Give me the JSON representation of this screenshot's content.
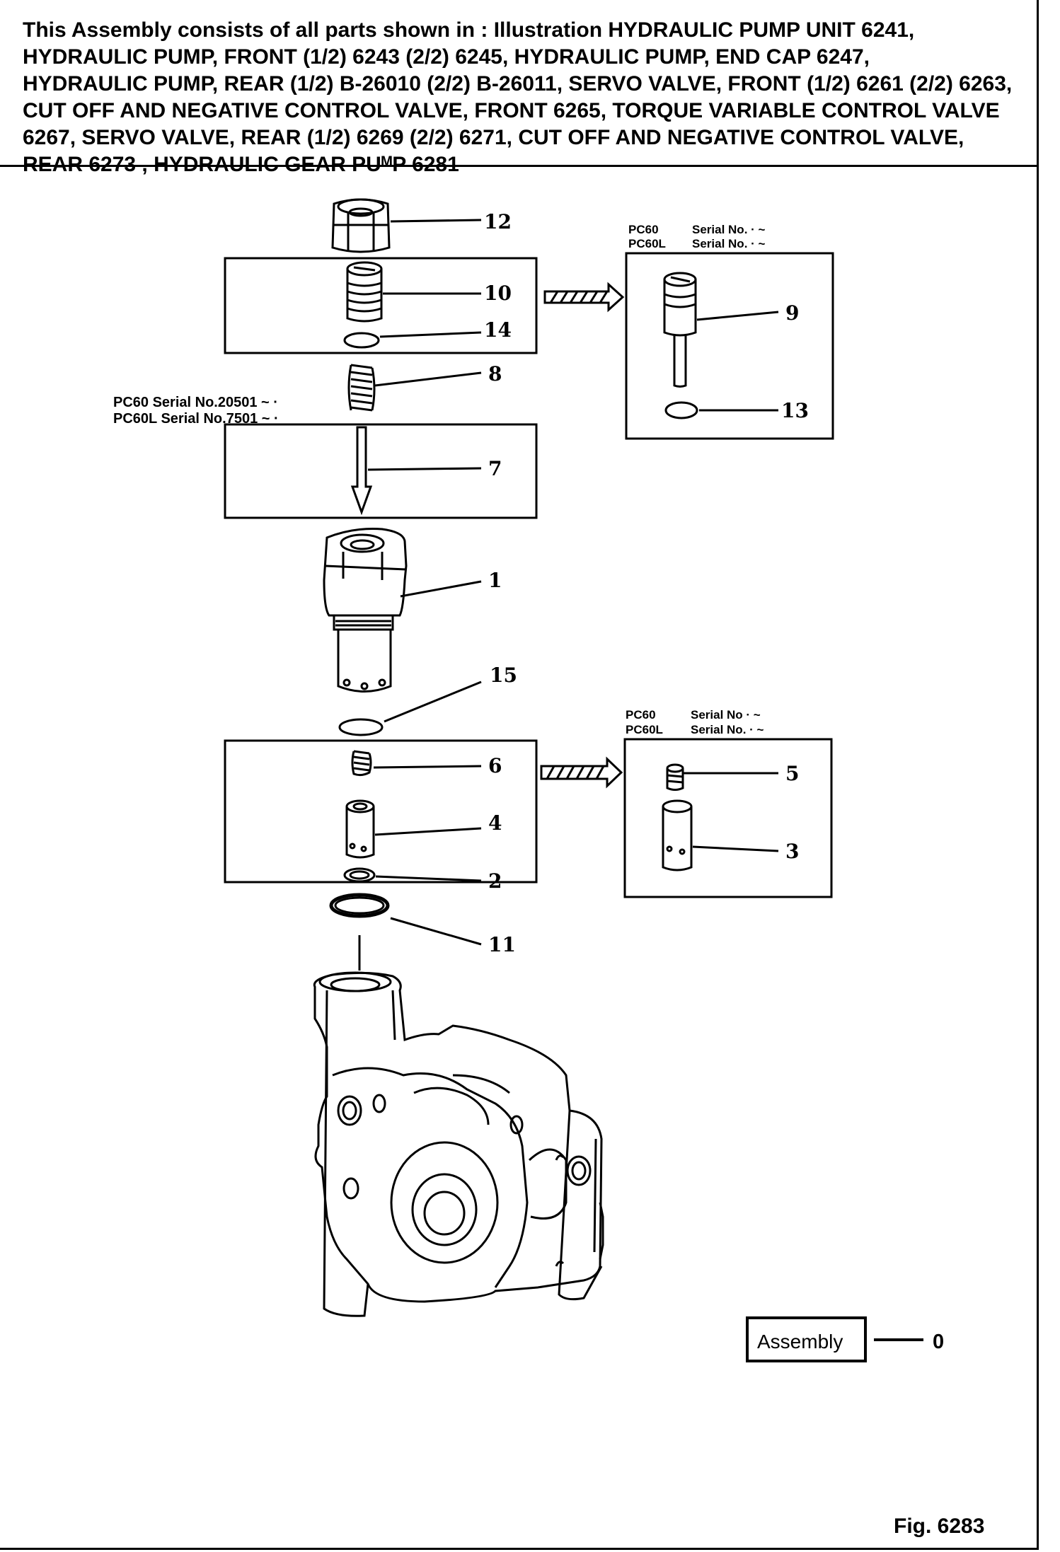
{
  "header": {
    "lines": [
      "This Assembly consists of all parts shown in : Illustration HYDRAULIC PUMP UNIT 6241,",
      "HYDRAULIC PUMP, FRONT (1/2) 6243  (2/2) 6245, HYDRAULIC PUMP, END CAP 6247,",
      "HYDRAULIC PUMP, REAR (1/2) B-26010 (2/2) B-26011, SERVO VALVE, FRONT (1/2) 6261 (2/2) 6263,",
      "CUT OFF AND NEGATIVE CONTROL VALVE, FRONT 6265, TORQUE VARIABLE CONTROL VALVE",
      "6267, SERVO VALVE, REAR (1/2) 6269 (2/2) 6271, CUT OFF AND  NEGATIVE CONTROL VALVE,",
      "REAR 6273 , HYDRAULIC GEAR PUᴹP 6281"
    ]
  },
  "callouts": {
    "p12": "12",
    "p10": "10",
    "p14": "14",
    "p8": "8",
    "p7": "7",
    "p1": "1",
    "p15": "15",
    "p6": "6",
    "p4": "4",
    "p2": "2",
    "p11": "11",
    "p9": "9",
    "p13": "13",
    "p5": "5",
    "p3": "3"
  },
  "serial_notes": {
    "left_line1": "PC60   Serial No.20501 ~  ·",
    "left_line2": "PC60L  Serial No.7501 ~  ·",
    "top_right_line1_model": "PC60",
    "top_right_line1_serial": "Serial No. · ~",
    "top_right_line2_model": "PC60L",
    "top_right_line2_serial": "Serial No. · ~",
    "mid_right_line1_model": "PC60",
    "mid_right_line1_serial": "Serial No  · ~",
    "mid_right_line2_model": "PC60L",
    "mid_right_line2_serial": "Serial No. · ~"
  },
  "assembly": {
    "label": "Assembly",
    "number": "0"
  },
  "figure": {
    "label": "Fig. 6283"
  }
}
